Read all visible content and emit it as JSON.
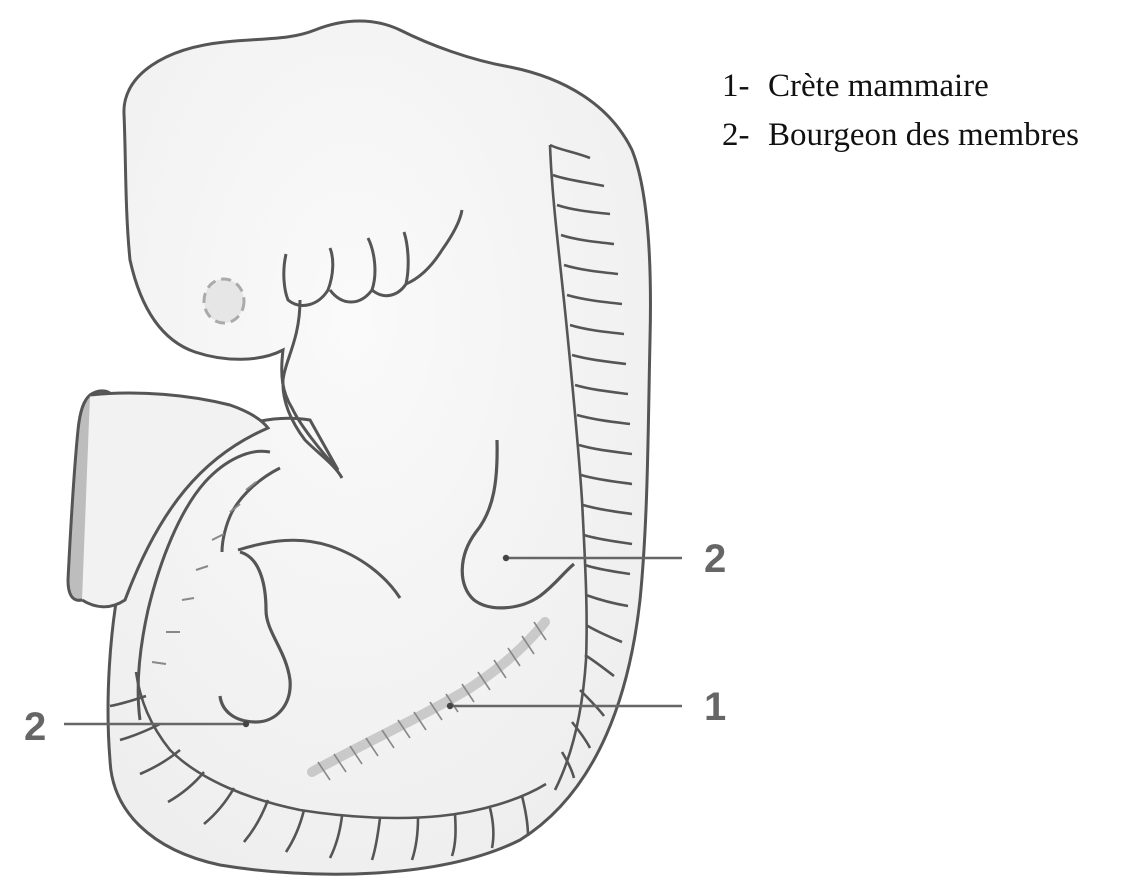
{
  "legend": {
    "items": [
      {
        "number": "1-",
        "label": "Crète mammaire"
      },
      {
        "number": "2-",
        "label": "Bourgeon des membres"
      }
    ]
  },
  "callouts": {
    "upper_limb_bud": "2",
    "lower_limb_bud": "2",
    "mammary_ridge": "1"
  },
  "colors": {
    "outline": "#555555",
    "fill": "#f3f3f3",
    "amnion_fill": "#bdbdbd",
    "leader": "#666666"
  }
}
